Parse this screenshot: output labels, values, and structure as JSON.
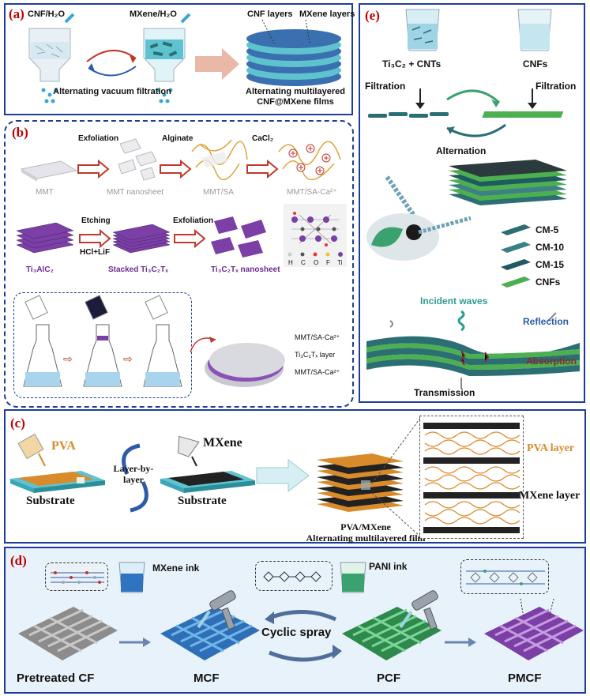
{
  "panel_a": {
    "label": "(a)",
    "cnf_h2o": "CNF/H₂O",
    "mxene_h2o": "MXene/H₂O",
    "cnf_layers": "CNF layers",
    "mxene_layers": "MXene layers",
    "caption_filtration": "Alternating vacuum filtration",
    "caption_films": "Alternating multilayered CNF@MXene films"
  },
  "panel_b": {
    "label": "(b)",
    "exfoliation": "Exfoliation",
    "alginate": "Alginate",
    "cacl2": "CaCl₂",
    "mmt": "MMT",
    "mmt_nanosheet": "MMT nanosheet",
    "mmt_sa": "MMT/SA",
    "mmt_sa_ca": "MMT/SA-Ca²⁺",
    "etching": "Etching",
    "hcl_lif": "HCl+LiF",
    "exfoliation2": "Exfoliation",
    "ti3alc2": "Ti₃AlC₂",
    "stacked": "Stacked Ti₃C₂Tₓ",
    "nanosheet": "Ti₃C₂Tₓ nanosheet",
    "legend_atoms": [
      "H",
      "C",
      "O",
      "F",
      "Ti"
    ],
    "layer1": "MMT/SA-Ca²⁺",
    "layer2": "Ti₃C₂Tₓ layer",
    "layer3": "MMT/SA-Ca²⁺"
  },
  "panel_c": {
    "label": "(c)",
    "pva": "PVA",
    "mxene": "MXene",
    "layer_by_layer": "Layer-by-layer",
    "substrate1": "Substrate",
    "substrate2": "Substrate",
    "film_title": "PVA/MXene",
    "film_sub": "Alternating multilayered film",
    "pva_layer": "PVA layer",
    "mxene_layer": "MXene layer"
  },
  "panel_d": {
    "label": "(d)",
    "mxene_ink": "MXene ink",
    "pani_ink": "PANI ink",
    "cyclic_spray": "Cyclic spray",
    "pretreated_cf": "Pretreated CF",
    "mcf": "MCF",
    "pcf": "PCF",
    "pmcf": "PMCF"
  },
  "panel_e": {
    "label": "(e)",
    "ti3c2_cnts": "Ti₃C₂ + CNTs",
    "cnfs_top": "CNFs",
    "filtration_left": "Filtration",
    "filtration_right": "Filtration",
    "alternation": "Alternation",
    "legend": [
      "CM-5",
      "CM-10",
      "CM-15",
      "CNFs"
    ],
    "incident": "Incident waves",
    "reflection": "Reflection",
    "absorption": "Absorption",
    "transmission": "Transmission"
  },
  "colors": {
    "panel_border": "#1f3c9a",
    "label_red": "#c00000",
    "mxene_purple": "#7b3fa6",
    "pva_orange": "#d98b2b",
    "cnf_green": "#4caf50",
    "mxene_teal": "#2b6f75"
  }
}
